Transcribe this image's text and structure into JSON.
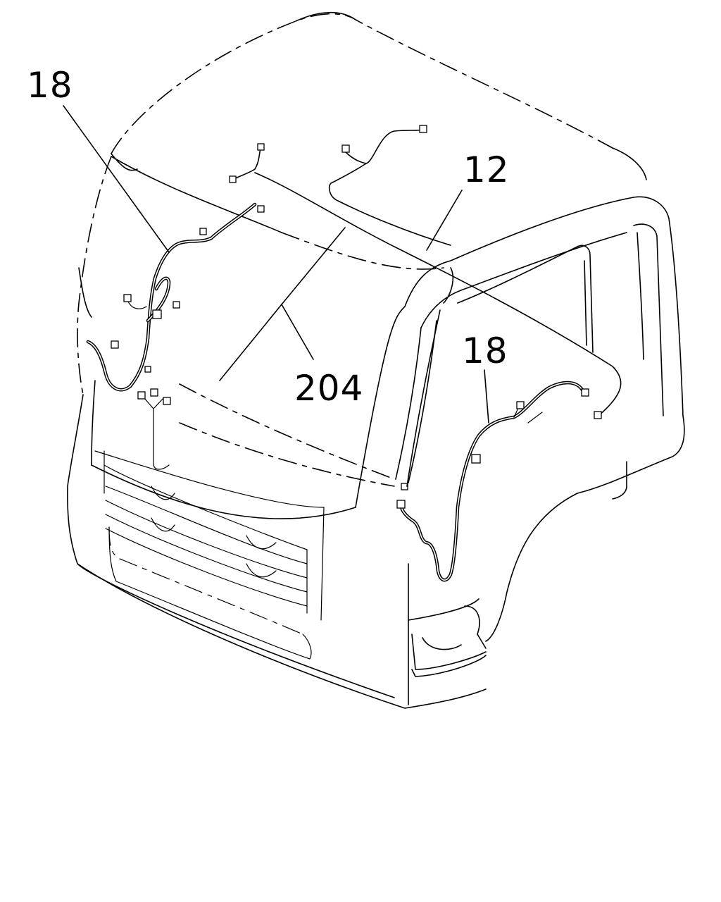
{
  "callouts": [
    {
      "id": "harness-left",
      "label": "18"
    },
    {
      "id": "harness-roof",
      "label": "12"
    },
    {
      "id": "harness-front",
      "label": "204"
    },
    {
      "id": "harness-right",
      "label": "18"
    }
  ]
}
